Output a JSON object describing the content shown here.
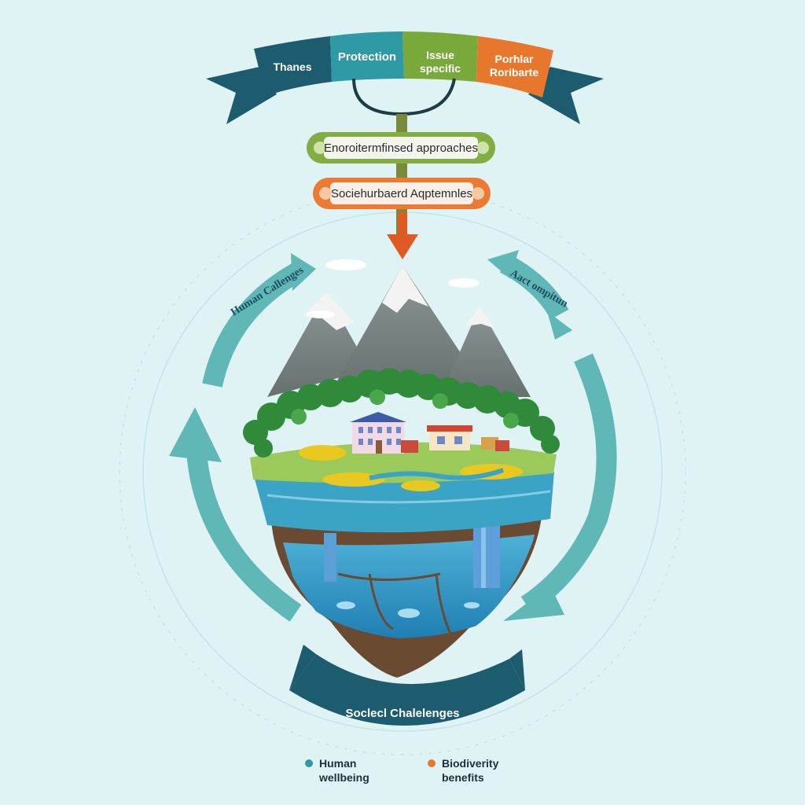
{
  "ribbon": {
    "segments": [
      {
        "label": "Thanes",
        "color": "#1d5b6f"
      },
      {
        "label": "Protection",
        "color": "#2f9aa6"
      },
      {
        "label": "Issue specific",
        "color": "#7aa93b"
      },
      {
        "label": "Porhlar Roribarte",
        "color": "#e8772e"
      }
    ]
  },
  "approaches": {
    "environment": "Enoroitermfinsed approaches",
    "societal": "Sociehurbaerd Aqptemnles"
  },
  "cycle": {
    "left_label": "Human Callenges",
    "right_label": "Aact ompitun",
    "bottom_label": "Soclecl Chalelenges"
  },
  "legend": [
    {
      "label": "Human wellbeing",
      "color": "#2f9aa6"
    },
    {
      "label": "Biodiverity benefits",
      "color": "#e8772e"
    }
  ],
  "colors": {
    "background": "#dff3f5",
    "cycle_arrow": "#5fb7b6",
    "bottom_arc": "#1d5b6f",
    "env_pill": "#82ad44",
    "soc_pill": "#ec7a33",
    "down_arrow": "#e05a24"
  }
}
